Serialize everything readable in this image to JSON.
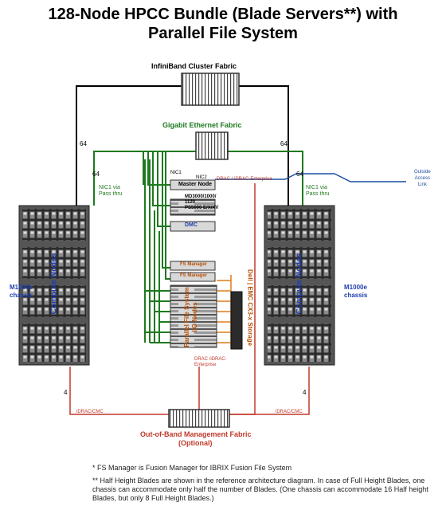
{
  "title": {
    "line1": "128-Node HPCC Bundle (Blade Servers**) with",
    "line2": "Parallel File System"
  },
  "diagram": {
    "infiniband_label": "InfiniBand Cluster Fabric",
    "gigabit_label": "Gigabit Ethernet Fabric",
    "link_count_ib_left": "64",
    "link_count_ib_right": "64",
    "link_count_ge_left": "64",
    "link_count_ge_right": "64",
    "nic1_label": "NIC1",
    "nic2_label": "NIC2",
    "master_node_label": "Master Node",
    "drac_top_label": "DRAC / iDRAC-Enterprise",
    "outside_label": "Outside\nAccess\nLink",
    "storage_top_label": "MD3000/1000/\n1120\nPS5000 E/X/XV",
    "dmc_label": "DMC",
    "nic1_pass_left": "NIC1 via\nPass thru",
    "nic1_pass_right": "NIC1 via\nPass thru",
    "chassis_left_label": "M1000e\nchassis",
    "chassis_right_label": "M1000e\nchassis",
    "compute_nodes_label": "Compute Nodes",
    "fs_manager_1": "FS Manager",
    "fs_manager_2": "FS Manager",
    "parallel_fs_label": "Parallel File System\nI/O Nodes",
    "storage_side_label": "Dell | EMC CX3-x Storage",
    "drac_bottom_label": "DRAC /iDRAC-\nEnterprise",
    "link_count_oob_left": "4",
    "link_count_oob_right": "4",
    "idrac_cmc_left": "iDRAC/CMC",
    "idrac_cmc_right": "iDRAC/CMC",
    "oob_label": "Out-of-Band Management Fabric",
    "oob_optional": "(Optional)"
  },
  "footnotes": {
    "fs_note": "* FS Manager is Fusion Manager for IBRIX Fusion File System",
    "blade_note": "** Half Height Blades are shown in the reference architecture diagram. In case of Full Height Blades, one chassis can accommodate only half the number of Blades. (One chassis can accommodate 16 Half height Blades, but only 8 Full Height Blades.)"
  },
  "colors": {
    "infiniband": "#000000",
    "ethernet": "#1e7a1e",
    "management": "#c0392b",
    "outside": "#1f4fa0",
    "storage_link": "#e07b1a",
    "compute_text": "#1f3fae"
  }
}
